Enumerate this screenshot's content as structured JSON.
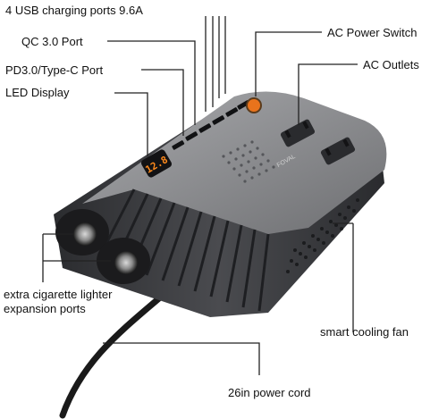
{
  "labels": {
    "usb_ports": "4 USB charging ports 9.6A",
    "qc_port": "QC 3.0 Port",
    "pd_port": "PD3.0/Type-C Port",
    "led_display": "LED Display",
    "ac_switch": "AC Power Switch",
    "ac_outlets": "AC Outlets",
    "cig_line1": "extra cigarette lighter",
    "cig_line2": "expansion ports",
    "cooling_fan": "smart cooling fan",
    "power_cord": "26in power cord"
  },
  "device": {
    "display_reading": "12.8",
    "brand_mark": "FOVAL"
  },
  "colors": {
    "body": "#3c3d40",
    "top_panel": "#8b8c8f",
    "display": "#ff8a1c",
    "switch": "#e8731c",
    "leader_lines": "#222222"
  }
}
